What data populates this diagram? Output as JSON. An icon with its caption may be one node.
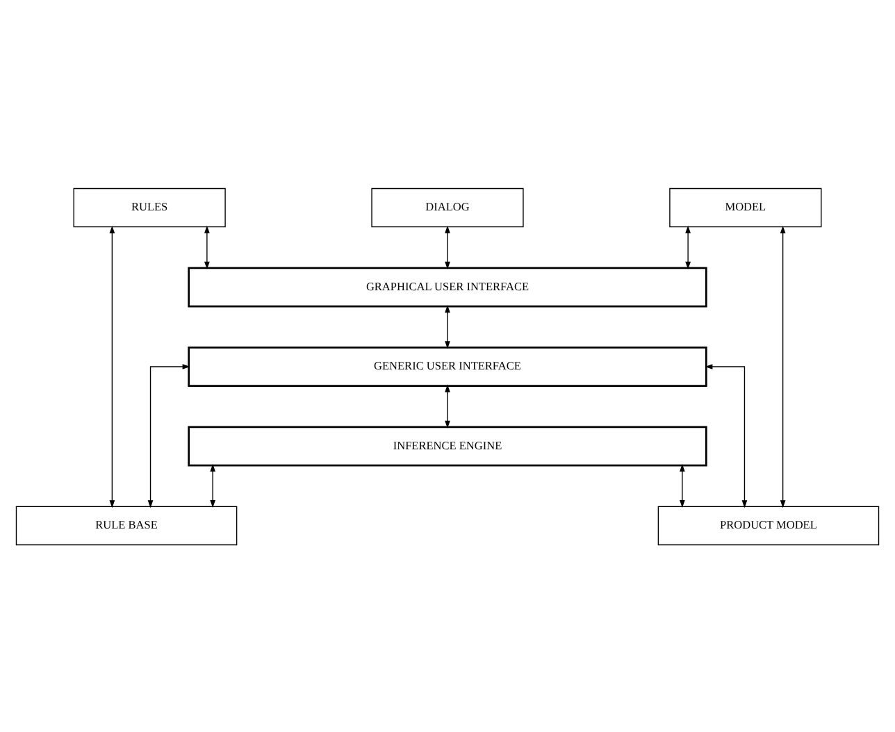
{
  "diagram": {
    "nodes": [
      {
        "text": [
          "RULES"
        ]
      },
      {
        "text": [
          "DIALOG"
        ]
      },
      {
        "text": [
          "MODEL"
        ]
      },
      {
        "text": [
          "GRAPHICAL USER INTERFACE"
        ]
      },
      {
        "text": [
          "GENERIC USER INTERFACE"
        ]
      },
      {
        "text": [
          "INFERENCE ENGINE"
        ]
      },
      {
        "text": [
          "RULE BASE"
        ]
      },
      {
        "text": [
          "PRODUCT MODEL"
        ]
      }
    ],
    "edges": [
      {
        "from": 0,
        "to": 6,
        "arrow": "both"
      },
      {
        "from": 0,
        "to": 3,
        "arrow": "both"
      },
      {
        "from": 1,
        "to": 3,
        "arrow": "both"
      },
      {
        "from": 2,
        "to": 3,
        "arrow": "both"
      },
      {
        "from": 2,
        "to": 7,
        "arrow": "both"
      },
      {
        "from": 3,
        "to": 4,
        "arrow": "both"
      },
      {
        "from": 4,
        "to": 5,
        "arrow": "both"
      },
      {
        "from": 4,
        "to": 6,
        "arrow": "both"
      },
      {
        "from": 4,
        "to": 7,
        "arrow": "both"
      },
      {
        "from": 5,
        "to": 6,
        "arrow": "both"
      },
      {
        "from": 5,
        "to": 7,
        "arrow": "both"
      }
    ]
  }
}
